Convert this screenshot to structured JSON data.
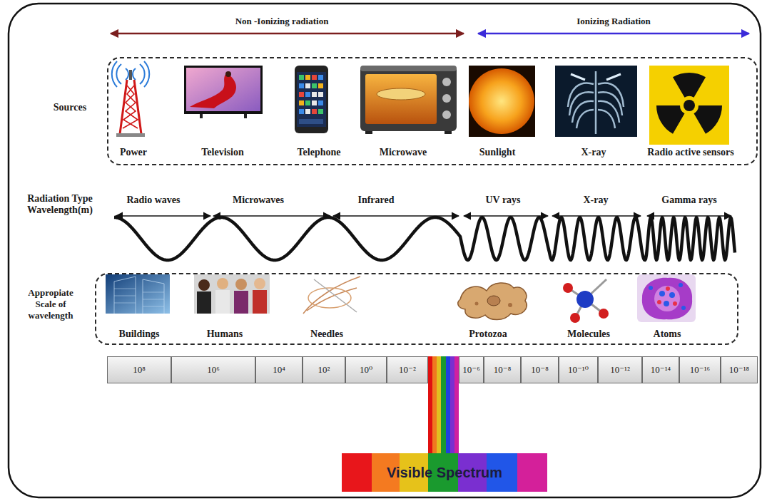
{
  "diagram": {
    "nodes": [
      {
        "text": [
          "Power",
          "Television",
          "Telephone",
          "Microwave",
          "Sunlight",
          "X-ray",
          "Radio active sensors"
        ]
      },
      {
        "text": [
          "Buildings",
          "Humans",
          "Needles",
          "Protozoa",
          "Molecules",
          "Atoms"
        ]
      },
      {
        "text": [
          "10⁸"
        ]
      },
      {
        "text": [
          "10⁶"
        ]
      },
      {
        "text": [
          "10⁴"
        ]
      },
      {
        "text": [
          "10²"
        ]
      },
      {
        "text": [
          "10⁰"
        ]
      },
      {
        "text": [
          "10⁻²"
        ]
      },
      {
        "text": [
          "10⁻⁶"
        ]
      },
      {
        "text": [
          "10⁻⁸"
        ]
      },
      {
        "text": [
          "10⁻⁸"
        ]
      },
      {
        "text": [
          "10⁻¹⁰"
        ]
      },
      {
        "text": [
          "10⁻¹²"
        ]
      },
      {
        "text": [
          "10⁻¹⁴"
        ]
      },
      {
        "text": [
          "10⁻¹⁶"
        ]
      },
      {
        "text": [
          "10⁻¹⁸"
        ]
      },
      {
        "text": [
          "Visible Spectrum"
        ]
      }
    ],
    "labels": [
      "Non -Ionizing radiation",
      "Ionizing Radiation",
      "Sources",
      "Radiation Type Wavelength(m)",
      "Radio waves",
      "Microwaves",
      "Infrared",
      "UV rays",
      "X-ray",
      "Gamma rays",
      "Appropiate Scale of wavelength"
    ]
  }
}
